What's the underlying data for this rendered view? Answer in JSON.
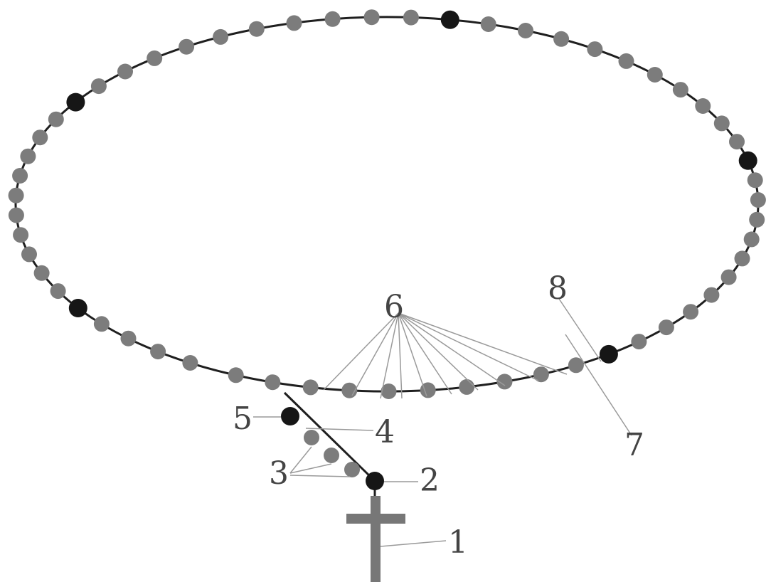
{
  "colors": {
    "background": "#ffffff",
    "string": "#1f1f1f",
    "bead_small": "#7c7c7c",
    "bead_large": "#161616",
    "cross": "#777777",
    "leader": "#9a9a9a",
    "label": "#444444"
  },
  "labels": {
    "cross": "1",
    "large_bead_lower": "2",
    "small_beads": "3",
    "center_junction": "4",
    "large_bead_upper": "5",
    "decade_beads": "6",
    "thread": "7",
    "large_bead_loop": "8"
  },
  "structure": {
    "loop_beads_total": 59,
    "loop_large_bead_count": 5,
    "pendant_small_beads": 3,
    "pendant_large_beads": 2,
    "decade_size": 10
  }
}
